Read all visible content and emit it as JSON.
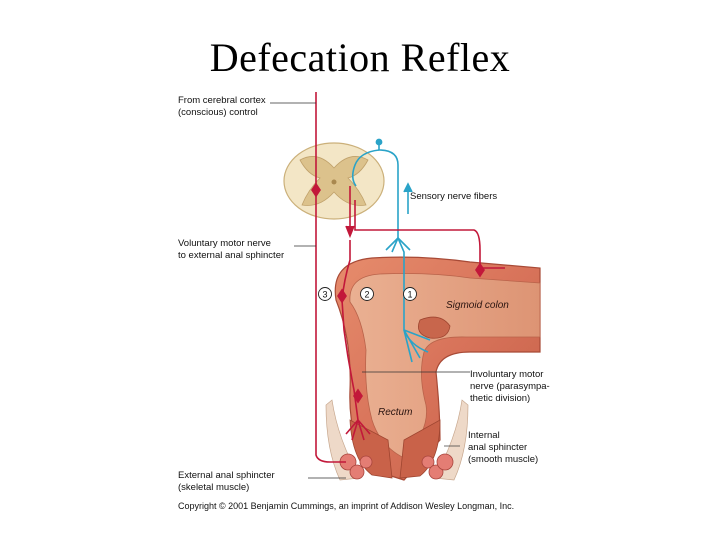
{
  "title": "Defecation Reflex",
  "labels": {
    "cortex_line1": "From cerebral cortex",
    "cortex_line2": "(conscious) control",
    "voluntary_line1": "Voluntary motor nerve",
    "voluntary_line2": "to external anal sphincter",
    "sensory": "Sensory nerve fibers",
    "sigmoid": "Sigmoid colon",
    "involuntary_line1": "Involuntary motor",
    "involuntary_line2": "nerve (parasympa-",
    "involuntary_line3": "thetic division)",
    "rectum": "Rectum",
    "internal_line1": "Internal",
    "internal_line2": "anal sphincter",
    "internal_line3": "(smooth muscle)",
    "external_line1": "External anal sphincter",
    "external_line2": "(skeletal muscle)"
  },
  "steps": [
    "3",
    "2",
    "1"
  ],
  "copyright": "Copyright © 2001 Benjamin Cummings, an imprint of Addison Wesley Longman, Inc.",
  "colors": {
    "motor_nerve": "#c2183a",
    "sensory_nerve": "#2aa3c8",
    "colon_outer": "#d66a52",
    "colon_inner": "#e9a184",
    "spinal_cord": "#f1e2bf",
    "gray_matter": "#d9bf88"
  }
}
